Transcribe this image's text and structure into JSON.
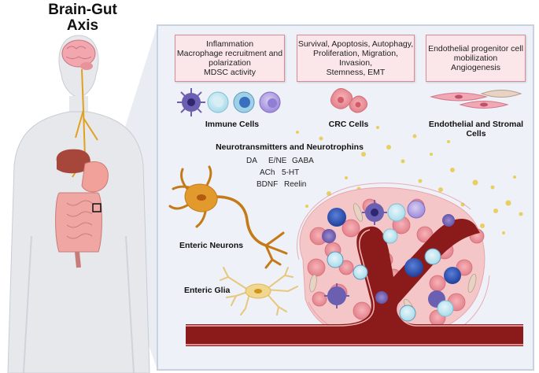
{
  "title": {
    "line1": "Brain-Gut",
    "line2": "Axis"
  },
  "boxes": {
    "immune": [
      "Inflammation",
      "Macrophage recruitment and",
      "polarization",
      "MDSC activity"
    ],
    "crc": [
      "Survival, Apoptosis, Autophagy,",
      "Proliferation, Migration,  Invasion,",
      "Stemness, EMT"
    ],
    "endo": [
      "Endothelial progenitor cell",
      "mobilization",
      "Angiogenesis"
    ]
  },
  "labels": {
    "immune_cells": "Immune Cells",
    "crc_cells": "CRC Cells",
    "endo_stromal_1": "Endothelial and Stromal",
    "endo_stromal_2": "Cells",
    "neuro_title": "Neurotransmitters and Neurotrophins",
    "enteric_neurons": "Enteric Neurons",
    "enteric_glia": "Enteric Glia"
  },
  "neurotransmitters": {
    "row1": [
      "DA",
      "E/NE",
      "GABA"
    ],
    "row2": [
      "ACh",
      "5-HT"
    ],
    "row3": [
      "BDNF",
      "Reelin"
    ]
  },
  "colors": {
    "panel_bg": "#eef1f7",
    "panel_border": "#c9d2e3",
    "box_fill": "#fbe7ea",
    "box_border": "#d98a97",
    "vessel": "#8b1a1a",
    "nerve": "#e0a020",
    "neuron": "#c57a18"
  }
}
